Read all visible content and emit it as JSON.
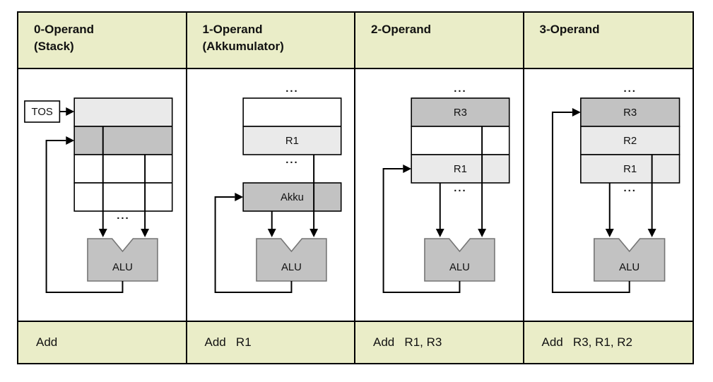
{
  "table": {
    "alu_label": "ALU",
    "dots": "...",
    "colors": {
      "band_bg": "#eaedc8",
      "white": "#ffffff",
      "cell_light": "#eaeaea",
      "cell_dark": "#c2c2c2",
      "alu_fill": "#c2c2c2",
      "alu_border": "#757575",
      "line": "#000000",
      "text": "#111111"
    },
    "columns": [
      {
        "title_lines": [
          "0-Operand",
          "(Stack)"
        ],
        "instruction": "Add",
        "labels": {
          "tos": "TOS"
        }
      },
      {
        "title_lines": [
          "1-Operand",
          "(Akkumulator)"
        ],
        "instruction": "Add   R1",
        "registers": [
          "R1"
        ],
        "accumulator": "Akku"
      },
      {
        "title_lines": [
          "2-Operand"
        ],
        "instruction": "Add   R1, R3",
        "registers": [
          "R3",
          "R1"
        ]
      },
      {
        "title_lines": [
          "3-Operand"
        ],
        "instruction": "Add   R3, R1, R2",
        "registers": [
          "R3",
          "R2",
          "R1"
        ]
      }
    ]
  }
}
